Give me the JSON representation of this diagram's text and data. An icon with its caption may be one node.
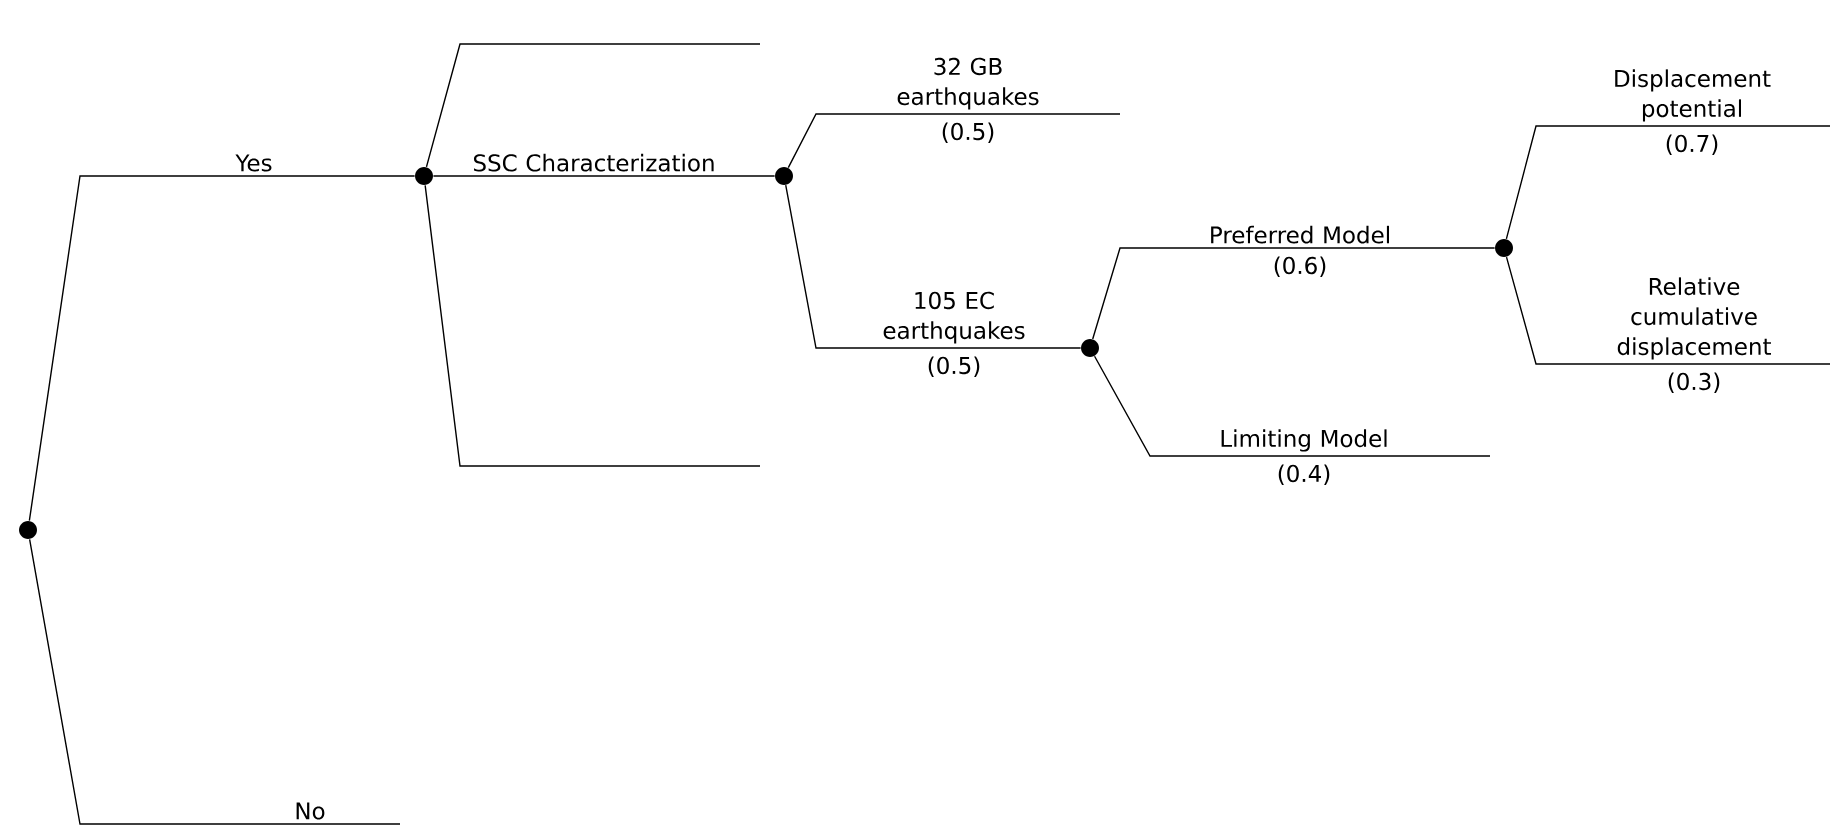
{
  "diagram": {
    "nodes": [
      {
        "text": [],
        "shape": "circle"
      },
      {
        "text": [],
        "shape": "circle"
      },
      {
        "text": [],
        "shape": "circle"
      },
      {
        "text": [],
        "shape": "circle"
      },
      {
        "text": [],
        "shape": "circle"
      }
    ],
    "edges": [
      {
        "from": 0,
        "to": 1,
        "arrow": "none",
        "label": "Yes"
      },
      {
        "from": 0,
        "to": null,
        "arrow": "none",
        "label": "No"
      },
      {
        "from": 1,
        "to": null,
        "arrow": "none"
      },
      {
        "from": 1,
        "to": 2,
        "arrow": "none",
        "label": "SSC Characterization"
      },
      {
        "from": 1,
        "to": null,
        "arrow": "none"
      },
      {
        "from": 2,
        "to": null,
        "arrow": "none",
        "label": "32 GB earthquakes"
      },
      {
        "from": 2,
        "to": 3,
        "arrow": "none",
        "label": "105 EC earthquakes"
      },
      {
        "from": 3,
        "to": 4,
        "arrow": "none",
        "label": "Preferred Model"
      },
      {
        "from": 3,
        "to": null,
        "arrow": "none",
        "label": "Limiting Model"
      },
      {
        "from": 4,
        "to": null,
        "arrow": "none",
        "label": "Displacement potential"
      },
      {
        "from": 4,
        "to": null,
        "arrow": "none",
        "label": "Relative cumulative displacement"
      }
    ],
    "labels": [
      "(0.5)",
      "(0.5)",
      "(0.6)",
      "(0.4)",
      "(0.7)",
      "(0.3)"
    ]
  }
}
